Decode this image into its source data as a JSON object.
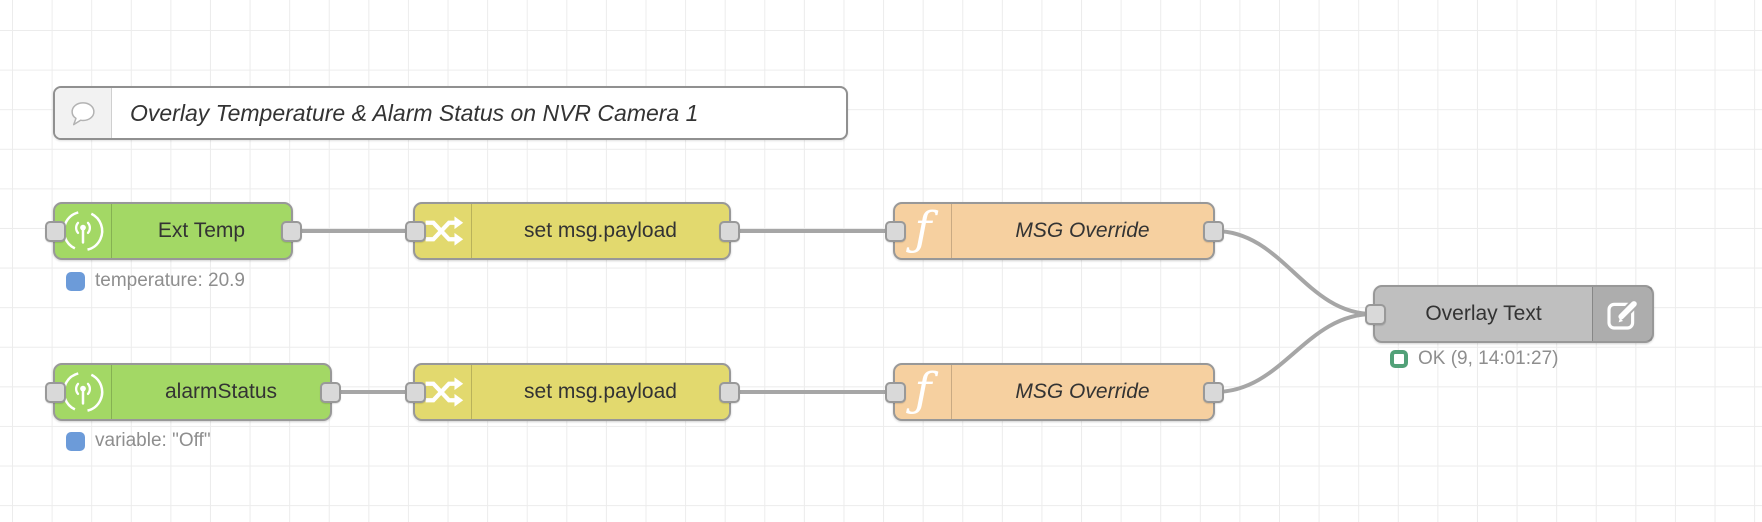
{
  "comment_node": {
    "label": "Overlay Temperature & Alarm Status on NVR Camera 1"
  },
  "icons": {
    "function_glyph": "ƒ"
  },
  "nodes": {
    "ext_temp": {
      "label": "Ext Temp",
      "color": "#a3d865",
      "status": {
        "shape": "dot",
        "color": "#6c9bd9",
        "text": "temperature: 20.9"
      }
    },
    "alarm_status": {
      "label": "alarmStatus",
      "color": "#a3d865",
      "status": {
        "shape": "dot",
        "color": "#6c9bd9",
        "text": "variable: \"Off\""
      }
    },
    "change_1": {
      "label": "set msg.payload",
      "color": "#e2d96e"
    },
    "change_2": {
      "label": "set msg.payload",
      "color": "#e2d96e"
    },
    "function_1": {
      "label": "MSG Override",
      "color": "#f6d0a0"
    },
    "function_2": {
      "label": "MSG Override",
      "color": "#f6d0a0"
    },
    "overlay_text": {
      "label": "Overlay Text",
      "color": "#bfbfbf",
      "status": {
        "shape": "ring",
        "color": "#52a178",
        "text": "OK (9, 14:01:27)"
      }
    }
  }
}
